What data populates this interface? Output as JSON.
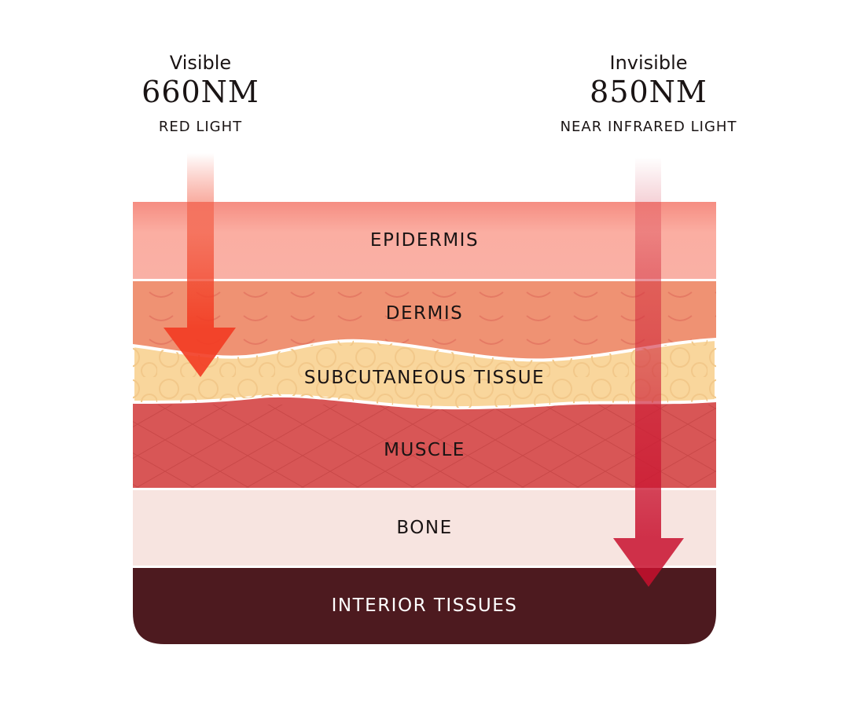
{
  "left_light": {
    "kind": "Visible",
    "wavelength": "660NM",
    "name": "RED LIGHT",
    "color": "#f23b22"
  },
  "right_light": {
    "kind": "Invisible",
    "wavelength": "850NM",
    "name": "NEAR INFRARED LIGHT",
    "color": "#c8102e"
  },
  "layers": [
    {
      "label": "EPIDERMIS",
      "color": "#f9a79c"
    },
    {
      "label": "DERMIS",
      "color": "#ef9273"
    },
    {
      "label": "SUBCUTANEOUS TISSUE",
      "color": "#f9d69c"
    },
    {
      "label": "MUSCLE",
      "color": "#d85656"
    },
    {
      "label": "BONE",
      "color": "#f7e4e0"
    },
    {
      "label": "INTERIOR TISSUES",
      "color": "#4d1a1f"
    }
  ]
}
